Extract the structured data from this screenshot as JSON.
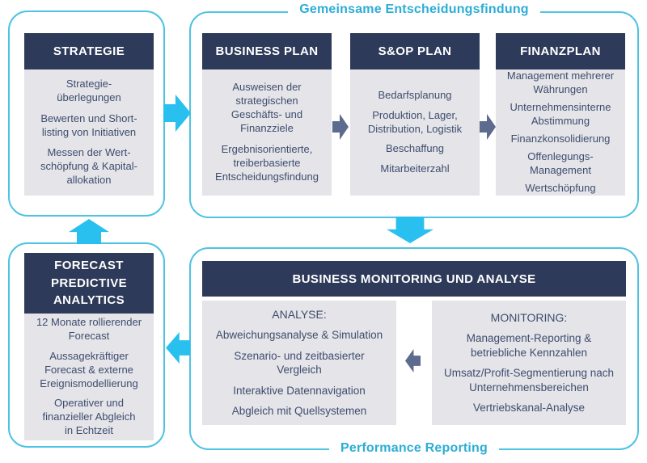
{
  "diagram": {
    "top_label": "Gemeinsame Entscheidungsfindung",
    "bottom_label": "Performance Reporting",
    "colors": {
      "header_navy": "#2e3a59",
      "panel_gray": "#e4e4e9",
      "body_text": "#3f4d6d",
      "cyan_border": "#4ec3e3",
      "cyan_arrow": "#29c0ef",
      "cyan_label": "#2cadd6",
      "slate_arrow": "#5d6c8e"
    },
    "boxes": {
      "strategie": {
        "title": "STRATEGIE",
        "items": [
          "Strategie-\nüberlegungen",
          "Bewerten und Short-\nlisting von Initiativen",
          "Messen der Wert-\nschöpfung & Kapital-\nallokation"
        ]
      },
      "business_plan": {
        "title": "BUSINESS PLAN",
        "items": [
          "Ausweisen der\nstrategischen\nGeschäfts- und\nFinanzziele",
          "Ergebnisorientierte,\ntreiberbasierte\nEntscheidungsfindung"
        ]
      },
      "sop_plan": {
        "title": "S&OP PLAN",
        "items": [
          "Bedarfsplanung",
          "Produktion, Lager,\nDistribution, Logistik",
          "Beschaffung",
          "Mitarbeiterzahl"
        ]
      },
      "finanzplan": {
        "title": "FINANZPLAN",
        "items": [
          "Management mehrerer\nWährungen",
          "Unternehmensinterne\nAbstimmung",
          "Finanzkonsolidierung",
          "Offenlegungs-\nManagement",
          "Wertschöpfung"
        ]
      },
      "forecast": {
        "title": "FORECAST\nPREDICTIVE\nANALYTICS",
        "items": [
          "12 Monate rollierender\nForecast",
          "Aussagekräftiger\nForecast & externe\nEreignismodellierung",
          "Operativer und\nfinanzieller Abgleich\nin Echtzeit"
        ]
      },
      "monitoring_analyse": {
        "title": "BUSINESS MONITORING UND ANALYSE",
        "analyse": {
          "heading": "ANALYSE:",
          "items": [
            "Abweichungsanalyse & Simulation",
            "Szenario- und zeitbasierter\nVergleich",
            "Interaktive Datennavigation",
            "Abgleich mit Quellsystemen"
          ]
        },
        "monitoring": {
          "heading": "MONITORING:",
          "items": [
            "Management-Reporting &\nbetriebliche Kennzahlen",
            "Umsatz/Profit-Segmentierung nach\nUnternehmensbereichen",
            "Vertriebskanal-Analyse"
          ]
        }
      }
    },
    "arrows": [
      {
        "name": "strategie-to-business-plan",
        "direction": "right",
        "color": "cyan"
      },
      {
        "name": "business-plan-to-sop-plan",
        "direction": "right",
        "color": "slate"
      },
      {
        "name": "sop-plan-to-finanzplan",
        "direction": "right",
        "color": "slate"
      },
      {
        "name": "planning-to-monitoring",
        "direction": "down",
        "color": "cyan"
      },
      {
        "name": "monitoring-to-analyse-column",
        "direction": "left",
        "color": "slate"
      },
      {
        "name": "monitoring-to-forecast",
        "direction": "left",
        "color": "cyan"
      },
      {
        "name": "forecast-to-strategie",
        "direction": "up",
        "color": "cyan"
      }
    ]
  }
}
